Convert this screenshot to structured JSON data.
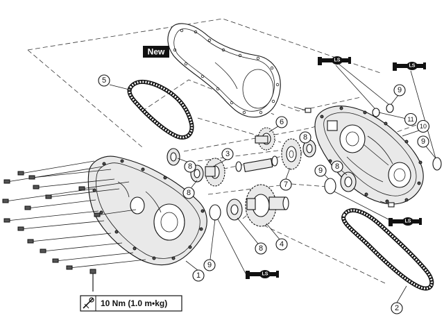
{
  "new_badge": "New",
  "torque_spec": "10 Nm (1.0 m•kg)",
  "lubricant_label": "LS",
  "callouts": [
    {
      "id": "c1",
      "label": "1"
    },
    {
      "id": "c2",
      "label": "2"
    },
    {
      "id": "c3",
      "label": "3"
    },
    {
      "id": "c4",
      "label": "4"
    },
    {
      "id": "c5",
      "label": "5"
    },
    {
      "id": "c6",
      "label": "6"
    },
    {
      "id": "c7",
      "label": "7"
    },
    {
      "id": "c8a",
      "label": "8"
    },
    {
      "id": "c8b",
      "label": "8"
    },
    {
      "id": "c8c",
      "label": "8"
    },
    {
      "id": "c8d",
      "label": "8"
    },
    {
      "id": "c8e",
      "label": "8"
    },
    {
      "id": "c9a",
      "label": "9"
    },
    {
      "id": "c9b",
      "label": "9"
    },
    {
      "id": "c9c",
      "label": "9"
    },
    {
      "id": "c9d",
      "label": "9"
    },
    {
      "id": "c10",
      "label": "10"
    },
    {
      "id": "c11",
      "label": "11"
    }
  ],
  "icons": {
    "torque": "torque-wrench-icon",
    "lubricant": "grease-gun-icon"
  }
}
